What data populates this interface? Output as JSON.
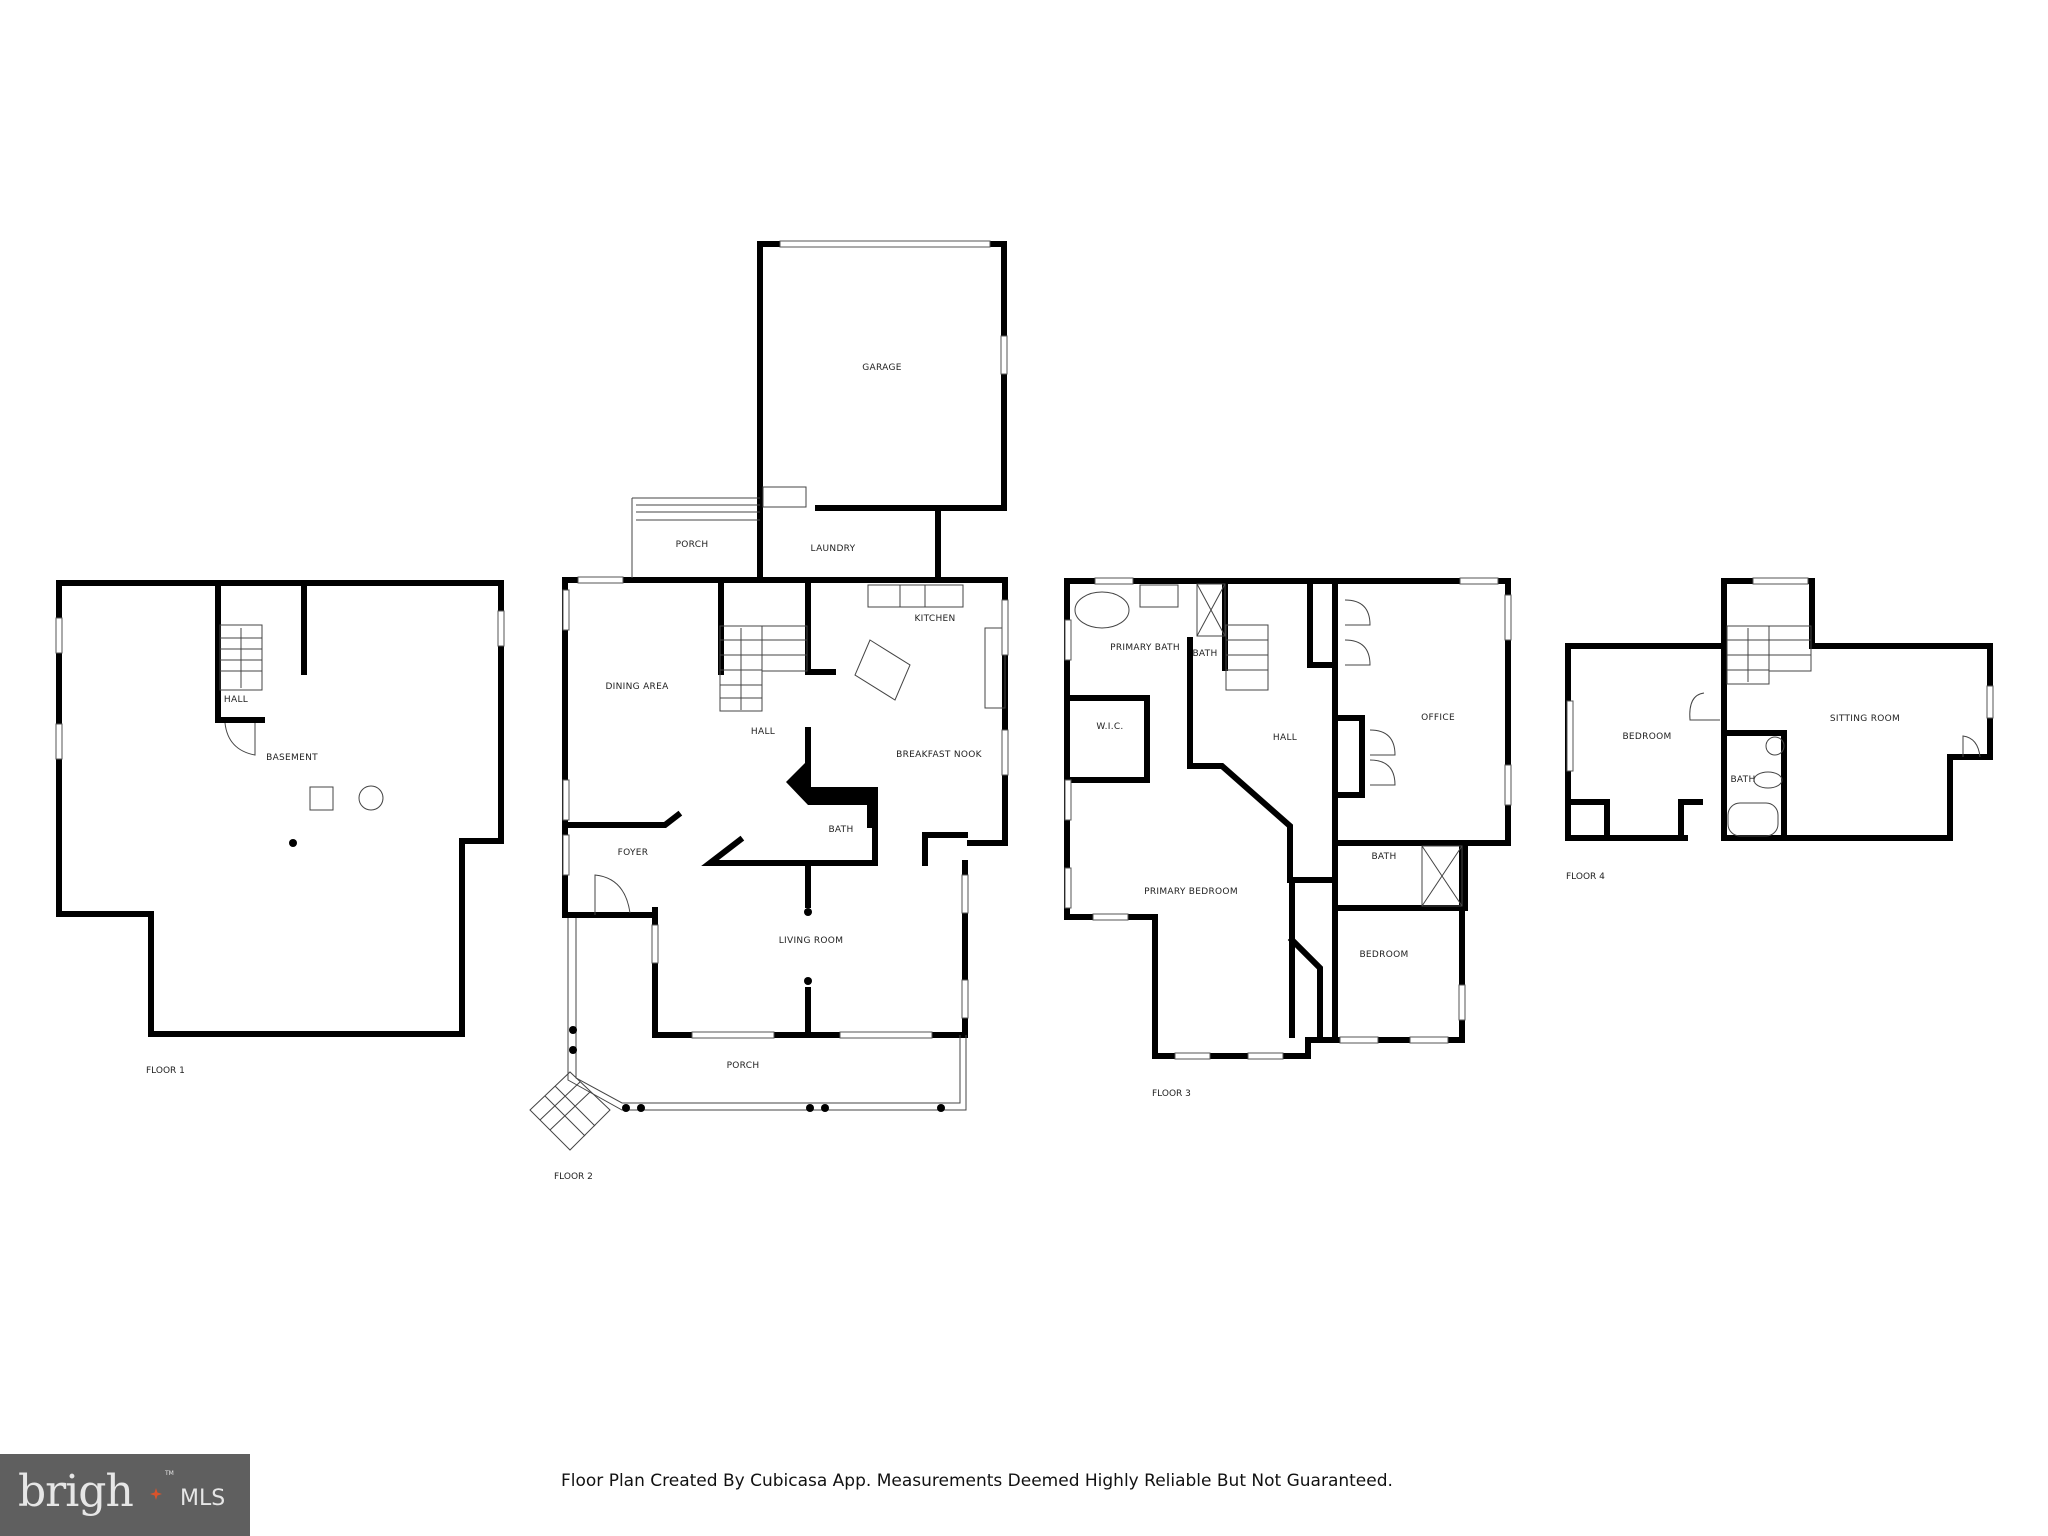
{
  "floors": [
    {
      "name": "FLOOR 1",
      "rooms": [
        "HALL",
        "BASEMENT"
      ]
    },
    {
      "name": "FLOOR 2",
      "rooms": [
        "GARAGE",
        "PORCH",
        "LAUNDRY",
        "KITCHEN",
        "DINING AREA",
        "HALL",
        "BREAKFAST NOOK",
        "FOYER",
        "BATH",
        "LIVING ROOM",
        "PORCH"
      ]
    },
    {
      "name": "FLOOR 3",
      "rooms": [
        "PRIMARY BATH",
        "BATH",
        "W.I.C.",
        "HALL",
        "OFFICE",
        "PRIMARY BEDROOM",
        "BATH",
        "BEDROOM"
      ]
    },
    {
      "name": "FLOOR 4",
      "rooms": [
        "BEDROOM",
        "SITTING ROOM",
        "BATH"
      ]
    }
  ],
  "footer": {
    "caption": "Floor Plan Created By Cubicasa App. Measurements Deemed Highly Reliable But Not Guaranteed.",
    "logo": {
      "word": "brigh",
      "suffix": "MLS",
      "tm": "TM",
      "accent_color": "#d9532b",
      "background": "#5f5f5f"
    }
  },
  "colors": {
    "wall": "#000000",
    "background": "#ffffff",
    "fixture": "#555555"
  }
}
